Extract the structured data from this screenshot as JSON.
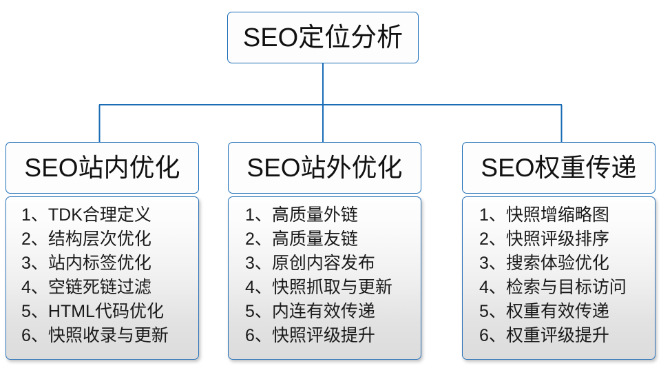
{
  "diagram": {
    "type": "org-tree",
    "root": {
      "label": "SEO定位分析"
    },
    "accent_color": "#1a6cb5",
    "branches": [
      {
        "header": "SEO站内优化",
        "items": [
          "1、TDK合理定义",
          "2、结构层次优化",
          "3、站内标签优化",
          "4、空链死链过滤",
          "5、HTML代码优化",
          "6、快照收录与更新"
        ]
      },
      {
        "header": "SEO站外优化",
        "items": [
          "1、高质量外链",
          "2、高质量友链",
          "3、原创内容发布",
          "4、快照抓取与更新",
          "5、内连有效传递",
          "6、快照评级提升"
        ]
      },
      {
        "header": "SEO权重传递",
        "items": [
          "1、快照增缩略图",
          "2、快照评级排序",
          "3、搜索体验优化",
          "4、检索与目标访问",
          "5、权重有效传递",
          "6、权重评级提升"
        ]
      }
    ]
  }
}
